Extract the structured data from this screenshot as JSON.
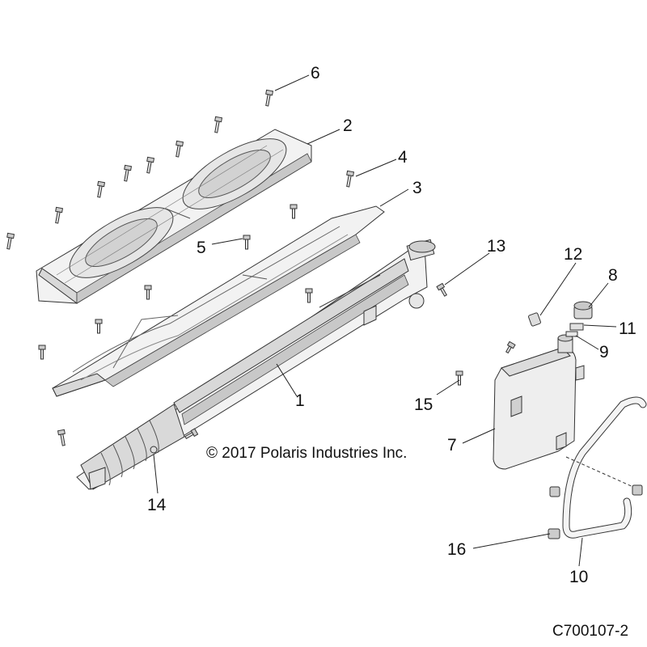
{
  "diagram": {
    "callouts": [
      {
        "id": "c1",
        "text": "1"
      },
      {
        "id": "c2",
        "text": "2"
      },
      {
        "id": "c3",
        "text": "3"
      },
      {
        "id": "c4",
        "text": "4"
      },
      {
        "id": "c5",
        "text": "5"
      },
      {
        "id": "c6",
        "text": "6"
      },
      {
        "id": "c7",
        "text": "7"
      },
      {
        "id": "c8",
        "text": "8"
      },
      {
        "id": "c9",
        "text": "9"
      },
      {
        "id": "c10",
        "text": "10"
      },
      {
        "id": "c11",
        "text": "11"
      },
      {
        "id": "c12",
        "text": "12"
      },
      {
        "id": "c13",
        "text": "13"
      },
      {
        "id": "c14",
        "text": "14"
      },
      {
        "id": "c15",
        "text": "15"
      },
      {
        "id": "c16",
        "text": "16"
      }
    ],
    "copyright": "© 2017 Polaris Industries Inc.",
    "figure_number": "C700107-2"
  }
}
